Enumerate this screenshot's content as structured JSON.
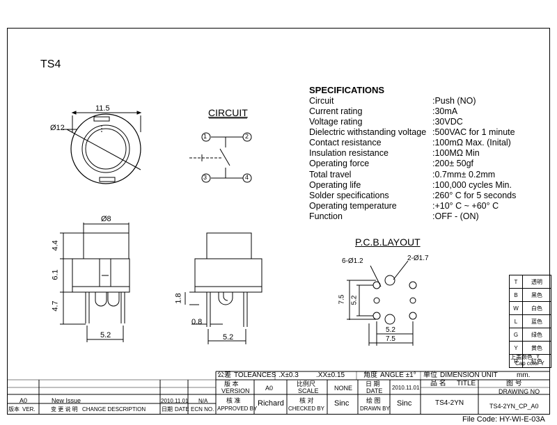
{
  "title": "TS4",
  "specifications": {
    "heading": "SPECIFICATIONS",
    "rows": [
      {
        "label": "Circuit",
        "value": ":Push (NO)"
      },
      {
        "label": "Current rating",
        "value": ":30mA"
      },
      {
        "label": "Voltage rating",
        "value": ":30VDC"
      },
      {
        "label": "Dielectric withstanding voltage",
        "value": ":500VAC for 1 minute"
      },
      {
        "label": "Contact resistance",
        "value": ":100mΩ Max. (Inital)"
      },
      {
        "label": "Insulation resistance",
        "value": ":100MΩ Min"
      },
      {
        "label": "Operating force",
        "value": ":200± 50gf"
      },
      {
        "label": "Total travel",
        "value": ":0.7mm± 0.2mm"
      },
      {
        "label": "Operating life",
        "value": ":100,000 cycles Min."
      },
      {
        "label": "Solder specifications",
        "value": ":260° C for 5 seconds"
      },
      {
        "label": "Operating temperature",
        "value": ":+10° C ~ +60° C"
      },
      {
        "label": "Function",
        "value": ":OFF - (ON)"
      }
    ]
  },
  "circuit": {
    "label": "CIRCUIT",
    "pins": [
      "1",
      "2",
      "3",
      "4"
    ]
  },
  "pcb": {
    "label": "P.C.B.LAYOUT",
    "hole_small": "6-Ø1.2",
    "hole_large": "2-Ø1.7",
    "dim_v1": "7.5",
    "dim_v2": "5.2",
    "dim_h1": "5.2",
    "dim_h2": "7.5"
  },
  "top_view": {
    "dim_width": "11.5",
    "dim_diameter": "Ø12"
  },
  "front_view": {
    "dim_cap": "Ø8",
    "dim_44": "4.4",
    "dim_61": "6.1",
    "dim_47": "4.7",
    "dim_52": "5.2"
  },
  "side_view": {
    "dim_18": "1.8",
    "dim_08": "0.8",
    "dim_52": "5.2"
  },
  "cap_colors": {
    "rows": [
      {
        "code": "T",
        "name": "透明"
      },
      {
        "code": "B",
        "name": "黑色"
      },
      {
        "code": "W",
        "name": "白色"
      },
      {
        "code": "L",
        "name": "蓝色"
      },
      {
        "code": "G",
        "name": "绿色"
      },
      {
        "code": "Y",
        "name": "黄色"
      },
      {
        "code": "R",
        "name": "红色"
      }
    ],
    "caption_cn": "上盖颜色",
    "caption_code": "Y",
    "caption_en": "Cap color Y"
  },
  "title_block": {
    "tolerance_cn": "公差",
    "tolerance_en": "TOLEANCES",
    "tol_x": ".X±0.3",
    "tol_xx": ".XX±0.15",
    "angle_cn": "角度",
    "angle_en": "ANGLE ±1°",
    "unit_cn": "单位",
    "unit_en": "DIMENSION UNIT",
    "unit_val": "mm.",
    "version_cn": "版 本",
    "version_en": "VERSION",
    "version_val": "A0",
    "scale_cn": "比例尺",
    "scale_en": "SCALE",
    "scale_val": "NONE",
    "date_cn": "日 期",
    "date_en": "DATE",
    "date_val": "2010.11.01",
    "name_cn": "品 名",
    "name_en": "TITLE",
    "drawno_cn": "图 号",
    "drawno_en": "DRAWING NO",
    "approved_cn": "核 准",
    "approved_en": "APPROVED BY",
    "approved_val": "Richard",
    "checked_cn": "核 对",
    "checked_en": "CHECKED BY",
    "checked_val": "Sinc",
    "drawn_cn": "绘 图",
    "drawn_en": "DRAWN BY",
    "drawn_val": "Sinc",
    "title_val": "TS4-2YN",
    "drawno_val": "TS4-2YN_CP_A0",
    "rev_ver": "A0",
    "rev_desc": "New Issue",
    "rev_date": "2010.11.01",
    "rev_ecn": "N/A",
    "hdr_ver_cn": "版本",
    "hdr_ver_en": "VER.",
    "hdr_desc_cn": "变 更 说 明",
    "hdr_desc_en": "CHANGE DESCRIPTION",
    "hdr_date_cn": "日期",
    "hdr_date_en": "DATE",
    "hdr_ecn": "ECN NO."
  },
  "file_code": "File Code: HY-WI-E-03A"
}
